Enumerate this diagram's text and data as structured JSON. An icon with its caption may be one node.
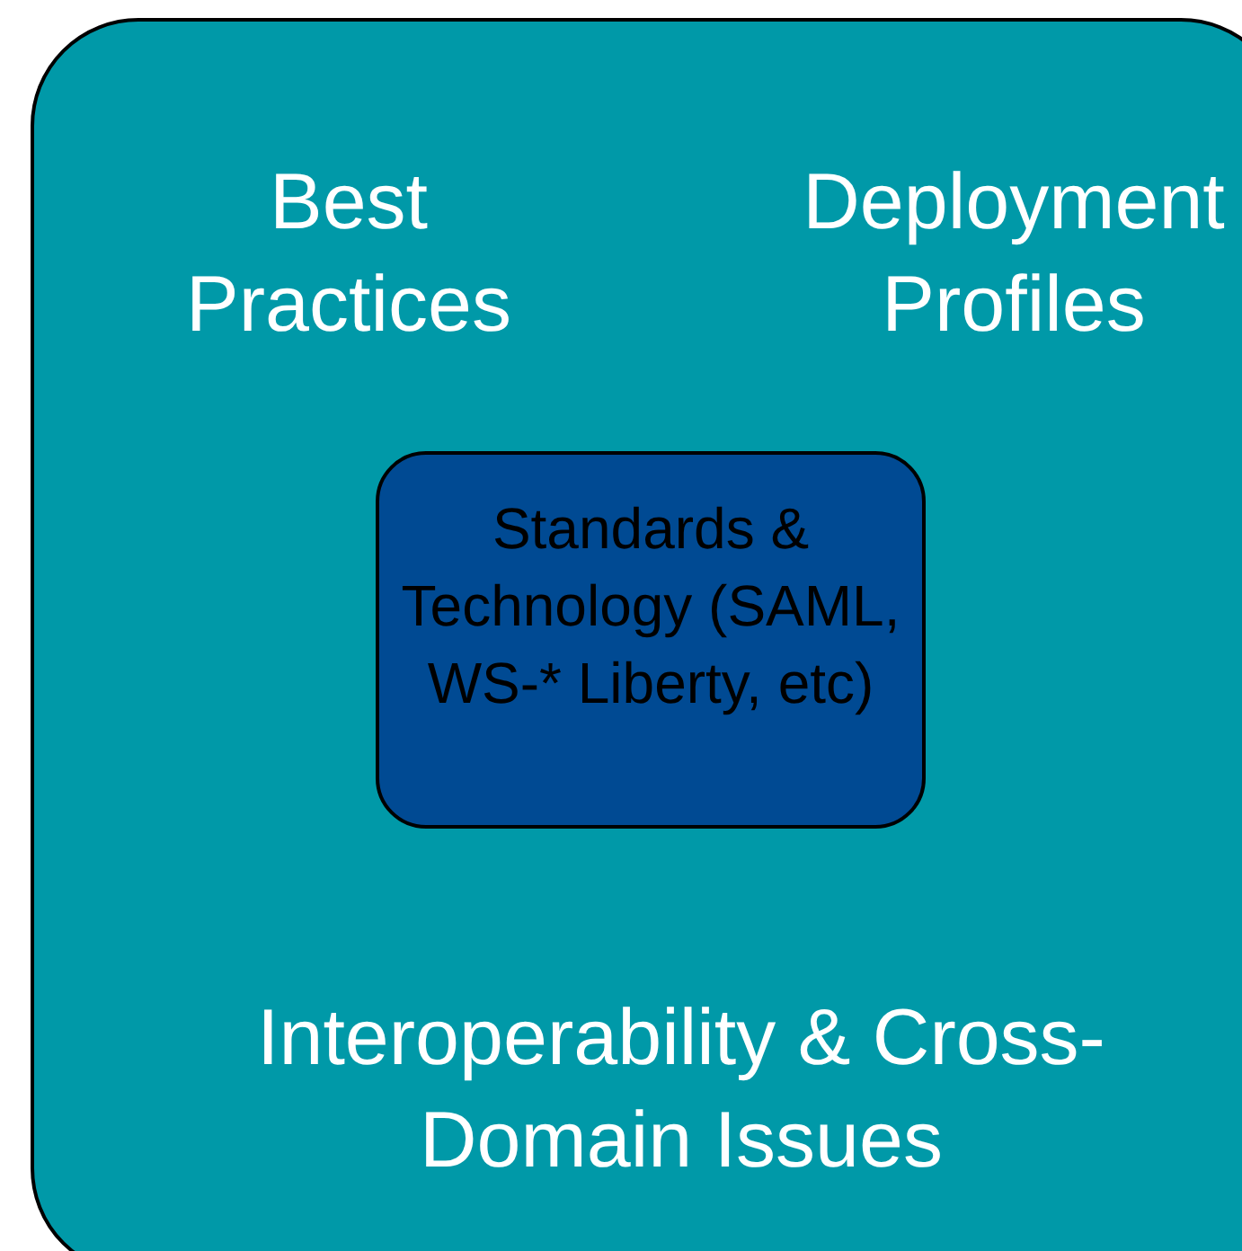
{
  "diagram": {
    "nodes": [
      {
        "text": [
          "Best Practices",
          "Deployment Profiles",
          "Interoperability & Cross-Domain Issues"
        ]
      },
      {
        "text": [
          "Standards & Technology (SAML, WS-* Liberty, etc)"
        ],
        "in": 0
      }
    ]
  }
}
